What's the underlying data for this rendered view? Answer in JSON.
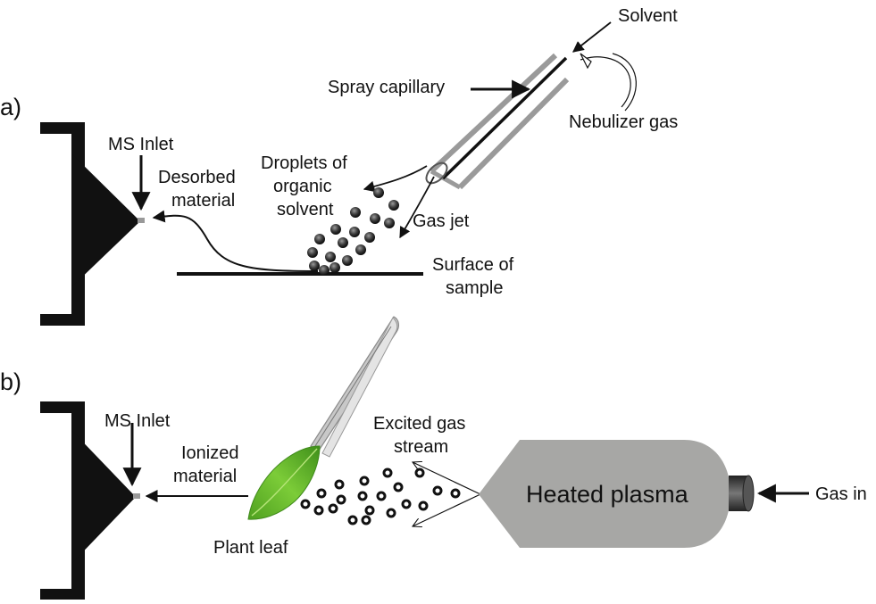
{
  "panel_a": {
    "letter": "a)",
    "labels": {
      "solvent": "Solvent",
      "spray_capillary": "Spray capillary",
      "nebulizer_gas": "Nebulizer gas",
      "ms_inlet": "MS Inlet",
      "desorbed_line1": "Desorbed",
      "desorbed_line2": "material",
      "droplets_line1": "Droplets of",
      "droplets_line2": "organic",
      "droplets_line3": "solvent",
      "gas_jet": "Gas jet",
      "surface_line1": "Surface of",
      "surface_line2": "sample"
    }
  },
  "panel_b": {
    "letter": "b)",
    "labels": {
      "ms_inlet": "MS Inlet",
      "ionized_line1": "Ionized",
      "ionized_line2": "material",
      "excited_line1": "Excited gas",
      "excited_line2": "stream",
      "heated_plasma": "Heated plasma",
      "gas_in": "Gas in",
      "plant_leaf": "Plant leaf"
    }
  },
  "colors": {
    "ink": "#111111",
    "capillary_gray": "#9a9a9a",
    "plasma_gray": "#a7a7a5",
    "leaf_green": "#6cc030",
    "tweezer_silver": "#c8c8c8"
  }
}
